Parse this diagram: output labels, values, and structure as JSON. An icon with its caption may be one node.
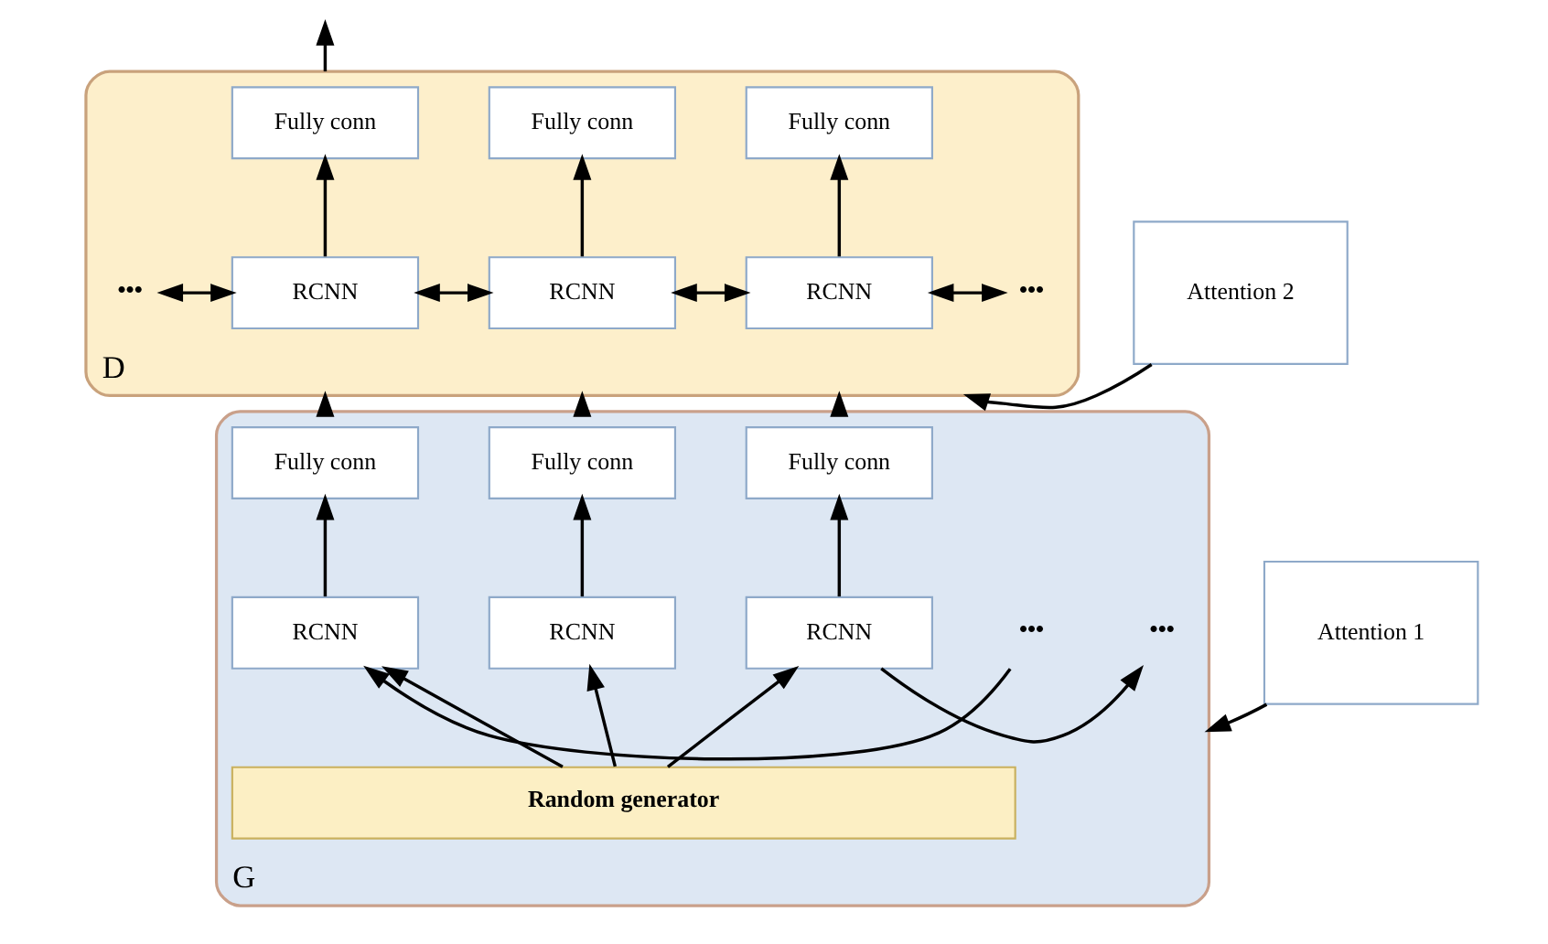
{
  "diagram": {
    "nodes": [
      {
        "text": [
          "D"
        ]
      },
      {
        "text": [
          "Fully conn"
        ],
        "in": 0
      },
      {
        "text": [
          "Fully conn"
        ],
        "in": 0
      },
      {
        "text": [
          "Fully conn"
        ],
        "in": 0
      },
      {
        "text": [
          "RCNN"
        ],
        "in": 0
      },
      {
        "text": [
          "RCNN"
        ],
        "in": 0
      },
      {
        "text": [
          "RCNN"
        ],
        "in": 0
      },
      {
        "text": [
          "•••"
        ],
        "in": 0
      },
      {
        "text": [
          "•••"
        ],
        "in": 0
      },
      {
        "text": [
          "Attention 2"
        ]
      },
      {
        "text": [
          "G"
        ]
      },
      {
        "text": [
          "Fully conn"
        ],
        "in": 10
      },
      {
        "text": [
          "Fully conn"
        ],
        "in": 10
      },
      {
        "text": [
          "Fully conn"
        ],
        "in": 10
      },
      {
        "text": [
          "RCNN"
        ],
        "in": 10
      },
      {
        "text": [
          "RCNN"
        ],
        "in": 10
      },
      {
        "text": [
          "RCNN"
        ],
        "in": 10
      },
      {
        "text": [
          "•••"
        ],
        "in": 10
      },
      {
        "text": [
          "•••"
        ],
        "in": 10
      },
      {
        "text": [
          "Random generator"
        ],
        "in": 10
      },
      {
        "text": [
          "Attention 1"
        ]
      }
    ],
    "edges": [
      {
        "from": 0,
        "to": null,
        "arrow": "to"
      },
      {
        "from": 4,
        "to": 1,
        "arrow": "to"
      },
      {
        "from": 5,
        "to": 2,
        "arrow": "to"
      },
      {
        "from": 6,
        "to": 3,
        "arrow": "to"
      },
      {
        "from": 7,
        "to": 4,
        "arrow": "both"
      },
      {
        "from": 4,
        "to": 5,
        "arrow": "both"
      },
      {
        "from": 5,
        "to": 6,
        "arrow": "both"
      },
      {
        "from": 6,
        "to": 8,
        "arrow": "both"
      },
      {
        "from": 9,
        "to": 0,
        "arrow": "to"
      },
      {
        "from": 10,
        "to": 0,
        "arrow": "to"
      },
      {
        "from": 10,
        "to": 0,
        "arrow": "to"
      },
      {
        "from": 10,
        "to": 0,
        "arrow": "to"
      },
      {
        "from": 14,
        "to": 11,
        "arrow": "to"
      },
      {
        "from": 15,
        "to": 12,
        "arrow": "to"
      },
      {
        "from": 16,
        "to": 13,
        "arrow": "to"
      },
      {
        "from": 17,
        "to": 14,
        "arrow": "to"
      },
      {
        "from": 16,
        "to": 18,
        "arrow": "to"
      },
      {
        "from": 19,
        "to": 14,
        "arrow": "to"
      },
      {
        "from": 19,
        "to": 15,
        "arrow": "to"
      },
      {
        "from": 19,
        "to": 16,
        "arrow": "to"
      },
      {
        "from": 20,
        "to": 10,
        "arrow": "to"
      }
    ]
  }
}
